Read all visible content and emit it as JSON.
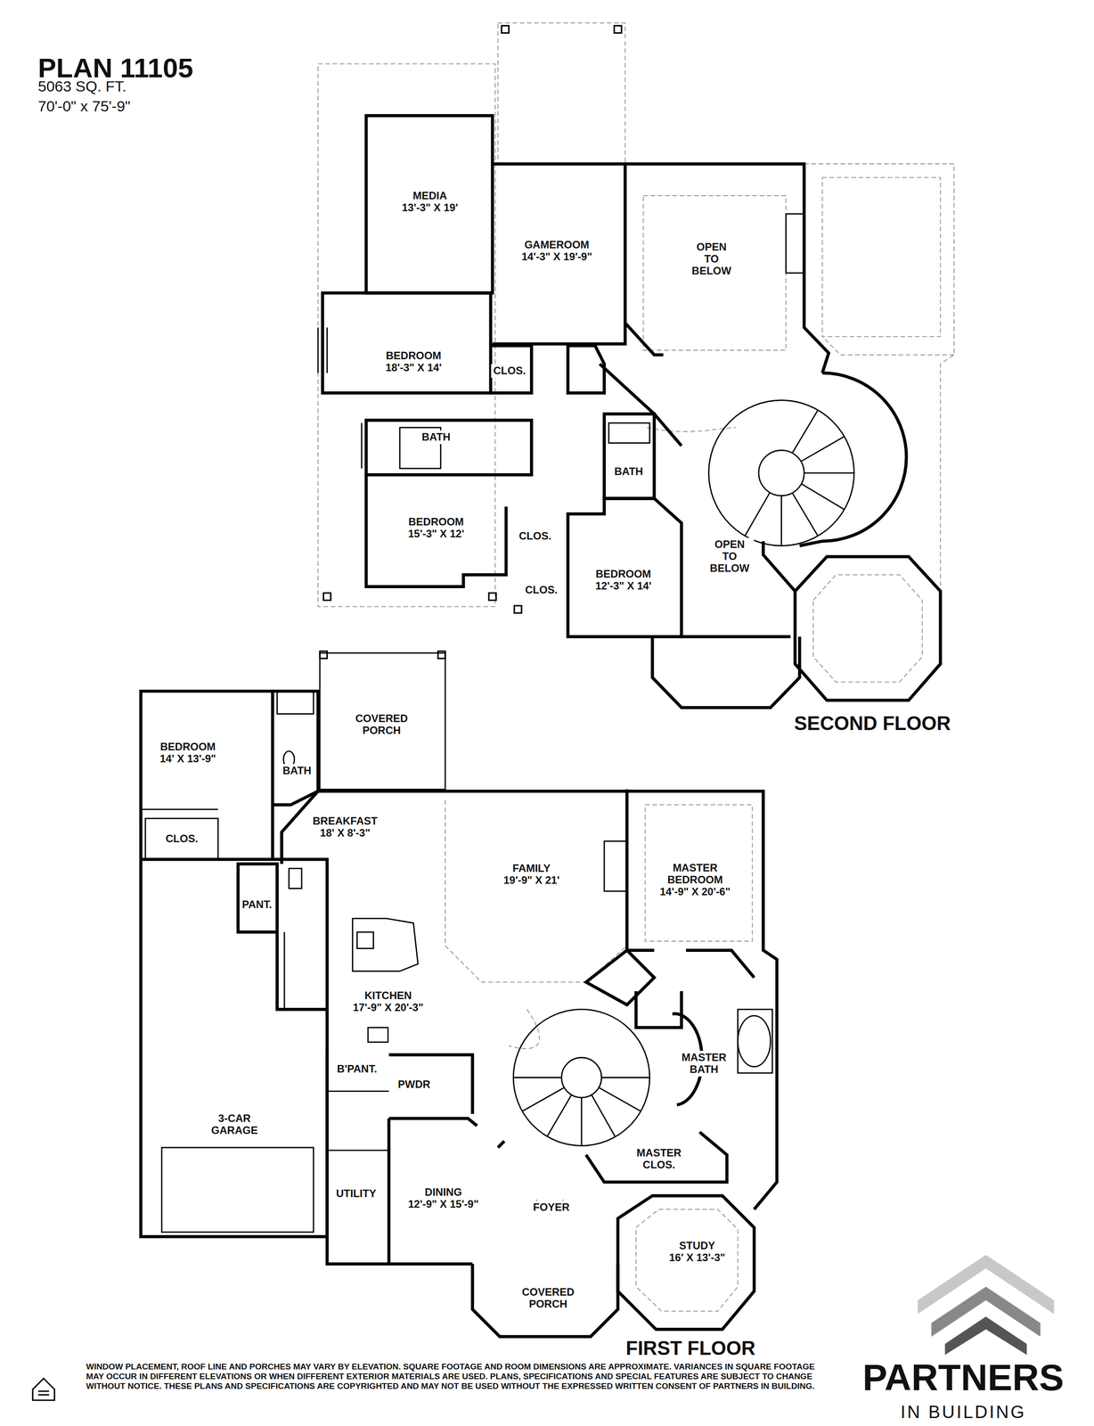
{
  "diagram": {
    "title": "PLAN 11105",
    "nodes": [
      {
        "text": [
          "MEDIA",
          "13'-3\" X 19'"
        ]
      },
      {
        "text": [
          "GAMEROOM",
          "14'-3\" X 19'-9\""
        ]
      },
      {
        "text": [
          "OPEN TO BELOW"
        ]
      },
      {
        "text": [
          "BEDROOM",
          "18'-3\" X 14'"
        ]
      },
      {
        "text": [
          "CLOS."
        ]
      },
      {
        "text": [
          "BATH"
        ]
      },
      {
        "text": [
          "BATH"
        ]
      },
      {
        "text": [
          "BEDROOM",
          "15'-3\" X 12'"
        ]
      },
      {
        "text": [
          "CLOS."
        ]
      },
      {
        "text": [
          "BEDROOM",
          "12'-3\" X 14'"
        ]
      },
      {
        "text": [
          "OPEN TO BELOW"
        ]
      },
      {
        "text": [
          "CLOS."
        ]
      },
      {
        "text": [
          "COVERED PORCH"
        ]
      },
      {
        "text": [
          "BEDROOM",
          "14' X 13'-9\""
        ]
      },
      {
        "text": [
          "BATH"
        ]
      },
      {
        "text": [
          "BREAKFAST",
          "18' X 8'-3\""
        ]
      },
      {
        "text": [
          "CLOS."
        ]
      },
      {
        "text": [
          "FAMILY",
          "19'-9\" X 21'"
        ]
      },
      {
        "text": [
          "MASTER BEDROOM",
          "14'-9\" X 20'-6\""
        ]
      },
      {
        "text": [
          "PANT."
        ]
      },
      {
        "text": [
          "KITCHEN",
          "17'-9\" X 20'-3\""
        ]
      },
      {
        "text": [
          "MASTER BATH"
        ]
      },
      {
        "text": [
          "B'PANT."
        ]
      },
      {
        "text": [
          "PWDR"
        ]
      },
      {
        "text": [
          "3-CAR GARAGE"
        ]
      },
      {
        "text": [
          "MASTER CLOS."
        ]
      },
      {
        "text": [
          "UTILITY"
        ]
      },
      {
        "text": [
          "DINING",
          "12'-9\" X 15'-9\""
        ]
      },
      {
        "text": [
          "FOYER"
        ]
      },
      {
        "text": [
          "STUDY",
          "16' X 13'-3\""
        ]
      },
      {
        "text": [
          "COVERED PORCH"
        ]
      }
    ],
    "labels": [
      "5063 SQ. FT.",
      "70'-0\" x 75'-9\"",
      "SECOND FLOOR",
      "FIRST FLOOR",
      "WINDOW PLACEMENT, ROOF LINE AND PORCHES MAY VARY BY ELEVATION. SQUARE FOOTAGE AND ROOM DIMENSIONS ARE APPROXIMATE. VARIANCES IN SQUARE FOOTAGE MAY OCCUR IN DIFFERENT ELEVATIONS OR WHEN DIFFERENT EXTERIOR MATERIALS ARE USED. PLANS, SPECIFICATIONS AND SPECIAL FEATURES ARE SUBJECT TO CHANGE WITHOUT NOTICE. THESE PLANS AND SPECIFICATIONS ARE COPYRIGHTED AND MAY NOT BE USED WITHOUT THE EXPRESSED WRITTEN CONSENT OF PARTNERS IN BUILDING.",
      "PARTNERS",
      "IN BUILDING"
    ]
  }
}
